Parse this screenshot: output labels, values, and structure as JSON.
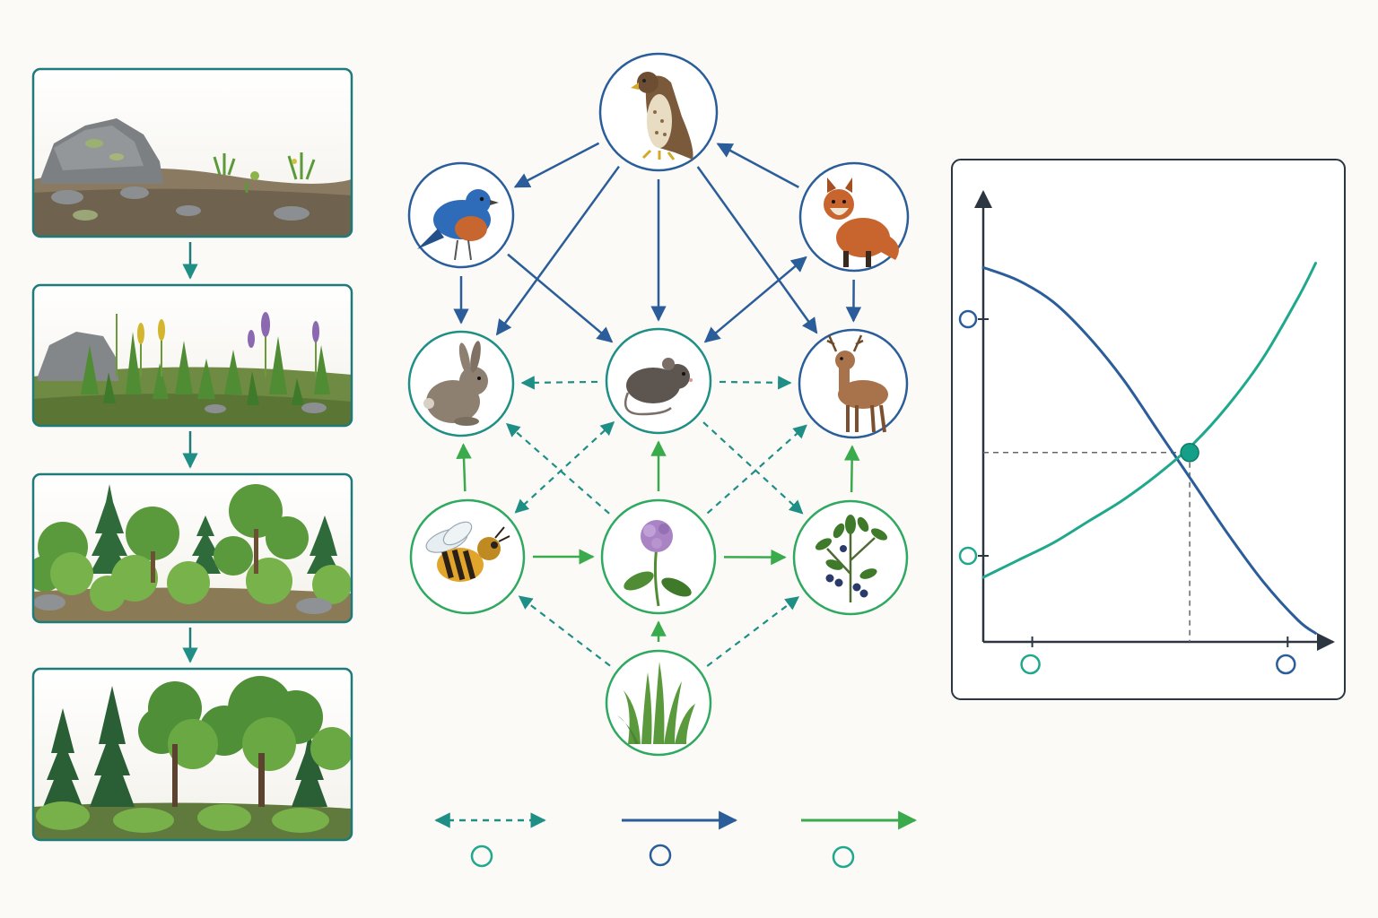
{
  "colors": {
    "background": "#fbfaf7",
    "teal": "#1f8f86",
    "blue": "#2a5d99",
    "green": "#3aab4c",
    "dark_axis": "#2c3640",
    "panel_border": "#1f7a7a",
    "node_teal": "#20a084"
  },
  "succession": {
    "stages": [
      {
        "id": "bare-rock",
        "icon": "bare-rock-with-lichen-scene"
      },
      {
        "id": "grasses-herbs",
        "icon": "grasses-and-wildflowers-scene"
      },
      {
        "id": "shrubs-young-trees",
        "icon": "young-mixed-forest-scene"
      },
      {
        "id": "mature-forest",
        "icon": "mature-forest-scene"
      }
    ]
  },
  "food_web": {
    "nodes": [
      {
        "id": "hawk",
        "icon": "hawk-icon",
        "ring": "blue"
      },
      {
        "id": "bluebird",
        "icon": "bluebird-icon",
        "ring": "blue"
      },
      {
        "id": "fox",
        "icon": "fox-icon",
        "ring": "blue"
      },
      {
        "id": "rabbit",
        "icon": "rabbit-icon",
        "ring": "teal"
      },
      {
        "id": "mouse",
        "icon": "mouse-icon",
        "ring": "teal"
      },
      {
        "id": "deer",
        "icon": "deer-icon",
        "ring": "blue"
      },
      {
        "id": "bee",
        "icon": "bee-icon",
        "ring": "green"
      },
      {
        "id": "clover",
        "icon": "clover-flower-icon",
        "ring": "green"
      },
      {
        "id": "berry-shrub",
        "icon": "berry-shrub-icon",
        "ring": "green"
      },
      {
        "id": "grass",
        "icon": "grass-icon",
        "ring": "green"
      }
    ],
    "links": [
      {
        "from": "hawk",
        "to": "bluebird",
        "style": "solid-blue"
      },
      {
        "from": "hawk",
        "to": "rabbit",
        "style": "solid-blue"
      },
      {
        "from": "hawk",
        "to": "mouse",
        "style": "solid-blue"
      },
      {
        "from": "hawk",
        "to": "deer",
        "style": "solid-blue"
      },
      {
        "from": "fox",
        "to": "hawk",
        "style": "solid-blue"
      },
      {
        "from": "bluebird",
        "to": "rabbit",
        "style": "solid-blue"
      },
      {
        "from": "bluebird",
        "to": "mouse",
        "style": "solid-blue"
      },
      {
        "from": "fox",
        "to": "deer",
        "style": "solid-blue"
      },
      {
        "from": "mouse",
        "to": "fox",
        "style": "solid-blue-both"
      },
      {
        "from": "mouse",
        "to": "rabbit",
        "style": "dashed-teal"
      },
      {
        "from": "mouse",
        "to": "deer",
        "style": "dashed-teal"
      },
      {
        "from": "bee",
        "to": "rabbit",
        "style": "solid-green"
      },
      {
        "from": "clover",
        "to": "mouse",
        "style": "solid-green"
      },
      {
        "from": "berry-shrub",
        "to": "deer",
        "style": "solid-green"
      },
      {
        "from": "bee",
        "to": "clover",
        "style": "solid-green"
      },
      {
        "from": "clover",
        "to": "berry-shrub",
        "style": "solid-green"
      },
      {
        "from": "grass",
        "to": "clover",
        "style": "solid-green"
      },
      {
        "from": "mouse",
        "to": "bee",
        "style": "dashed-teal-both"
      },
      {
        "from": "clover",
        "to": "rabbit",
        "style": "dashed-teal"
      },
      {
        "from": "clover",
        "to": "deer",
        "style": "dashed-teal"
      },
      {
        "from": "mouse",
        "to": "berry-shrub",
        "style": "dashed-teal"
      },
      {
        "from": "grass",
        "to": "bee",
        "style": "dashed-teal"
      },
      {
        "from": "grass",
        "to": "berry-shrub",
        "style": "dashed-teal"
      }
    ],
    "legend": [
      {
        "style": "dashed-teal-both",
        "marker": "teal"
      },
      {
        "style": "solid-blue",
        "marker": "blue"
      },
      {
        "style": "solid-green",
        "marker": "green"
      }
    ]
  },
  "chart_data": {
    "type": "line",
    "title": "",
    "xlabel": "",
    "ylabel": "",
    "grid": false,
    "xlim": [
      0,
      1
    ],
    "ylim": [
      0,
      1
    ],
    "series": [
      {
        "color": "#2a5d99",
        "x": [
          0,
          0.1,
          0.2,
          0.3,
          0.4,
          0.5,
          0.6,
          0.7,
          0.8,
          0.9,
          0.95
        ],
        "y": [
          0.87,
          0.84,
          0.79,
          0.71,
          0.61,
          0.49,
          0.37,
          0.25,
          0.14,
          0.05,
          0.02
        ]
      },
      {
        "color": "#1fa88c",
        "x": [
          0,
          0.1,
          0.2,
          0.3,
          0.4,
          0.5,
          0.6,
          0.7,
          0.8,
          0.9,
          0.95
        ],
        "y": [
          0.15,
          0.19,
          0.23,
          0.28,
          0.33,
          0.39,
          0.46,
          0.55,
          0.66,
          0.8,
          0.88
        ]
      }
    ],
    "intersection": {
      "x": 0.59,
      "y": 0.44
    },
    "y_tick_markers": [
      "blue",
      "teal"
    ],
    "x_tick_markers": [
      "teal",
      "blue"
    ]
  }
}
